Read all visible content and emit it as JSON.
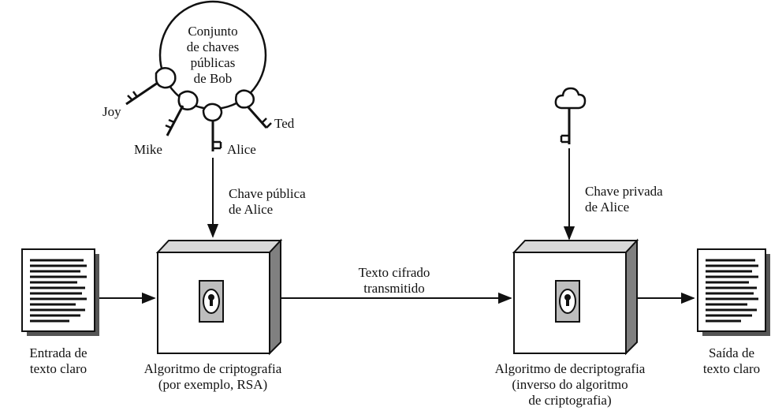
{
  "keyring": {
    "label": "Conjunto\nde chaves\npúblicas\nde Bob",
    "keys": [
      "Joy",
      "Mike",
      "Alice",
      "Ted"
    ]
  },
  "public_key_label": "Chave pública\nde Alice",
  "private_key_label": "Chave privada\nde Alice",
  "ciphertext_label": "Texto cifrado\ntransmitido",
  "plaintext_input_label": "Entrada de\ntexto claro",
  "plaintext_output_label": "Saída de\ntexto claro",
  "encryption_label": "Algoritmo de criptografia\n(por exemplo, RSA)",
  "decryption_label": "Algoritmo de decriptografia\n(inverso do algoritmo\nde criptografia)"
}
